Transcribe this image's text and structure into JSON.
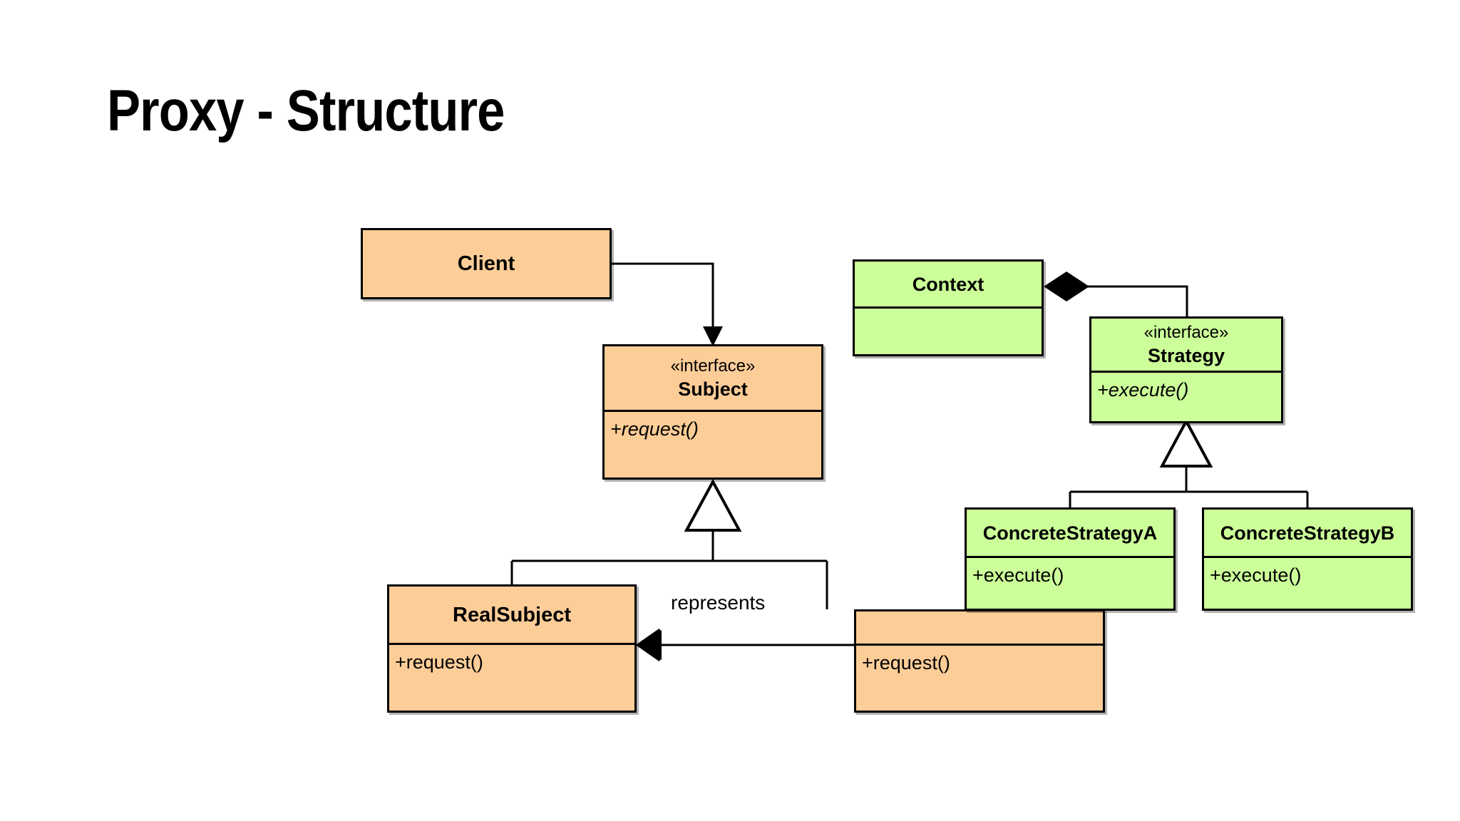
{
  "slide": {
    "title": "Proxy - Structure",
    "background_color": "#ffffff"
  },
  "palette": {
    "proxy_fill": "#FDCD98",
    "strategy_fill": "#CCFF99",
    "stroke": "#000000",
    "text": "#000000"
  },
  "diagrams": [
    {
      "name": "proxy-pattern",
      "fill": "#FDCD98",
      "classes": [
        {
          "id": "client",
          "stereotype": "",
          "title": "Client",
          "members": [],
          "compartments": 1
        },
        {
          "id": "subject",
          "stereotype": "«interface»",
          "title": "Subject",
          "members": [
            "+request()"
          ],
          "abstract_members": true,
          "compartments": 2
        },
        {
          "id": "realsubject",
          "stereotype": "",
          "title": "RealSubject",
          "members": [
            "+request()"
          ],
          "abstract_members": false,
          "compartments": 2
        },
        {
          "id": "proxy",
          "stereotype": "",
          "title": "",
          "title_occluded": true,
          "members": [
            "+request()"
          ],
          "abstract_members": false,
          "compartments": 2
        }
      ],
      "edges": [
        {
          "from": "client",
          "to": "subject",
          "type": "association-directed",
          "arrowhead": "filled",
          "label": ""
        },
        {
          "from": "realsubject",
          "to": "subject",
          "type": "generalization",
          "arrowhead": "hollow-triangle",
          "label": ""
        },
        {
          "from": "proxy",
          "to": "subject",
          "type": "generalization",
          "arrowhead": "hollow-triangle",
          "label": ""
        },
        {
          "from": "proxy",
          "to": "realsubject",
          "type": "association-directed",
          "arrowhead": "open",
          "label": "represents"
        }
      ]
    },
    {
      "name": "strategy-pattern",
      "fill": "#CCFF99",
      "classes": [
        {
          "id": "context",
          "stereotype": "",
          "title": "Context",
          "members": [],
          "compartments": 2
        },
        {
          "id": "strategy",
          "stereotype": "«interface»",
          "title": "Strategy",
          "members": [
            "+execute()"
          ],
          "abstract_members": true,
          "compartments": 2
        },
        {
          "id": "concrete-strategy-a",
          "stereotype": "",
          "title": "ConcreteStrategyA",
          "members": [
            "+execute()"
          ],
          "abstract_members": false,
          "compartments": 2
        },
        {
          "id": "concrete-strategy-b",
          "stereotype": "",
          "title": "ConcreteStrategyB",
          "members": [
            "+execute()"
          ],
          "abstract_members": false,
          "compartments": 2
        }
      ],
      "edges": [
        {
          "from": "context",
          "to": "strategy",
          "type": "composition",
          "arrowhead": "filled-diamond",
          "label": ""
        },
        {
          "from": "concrete-strategy-a",
          "to": "strategy",
          "type": "generalization",
          "arrowhead": "hollow-triangle",
          "label": ""
        },
        {
          "from": "concrete-strategy-b",
          "to": "strategy",
          "type": "generalization",
          "arrowhead": "hollow-triangle",
          "label": ""
        }
      ]
    }
  ],
  "labels": {
    "represents": "represents"
  }
}
